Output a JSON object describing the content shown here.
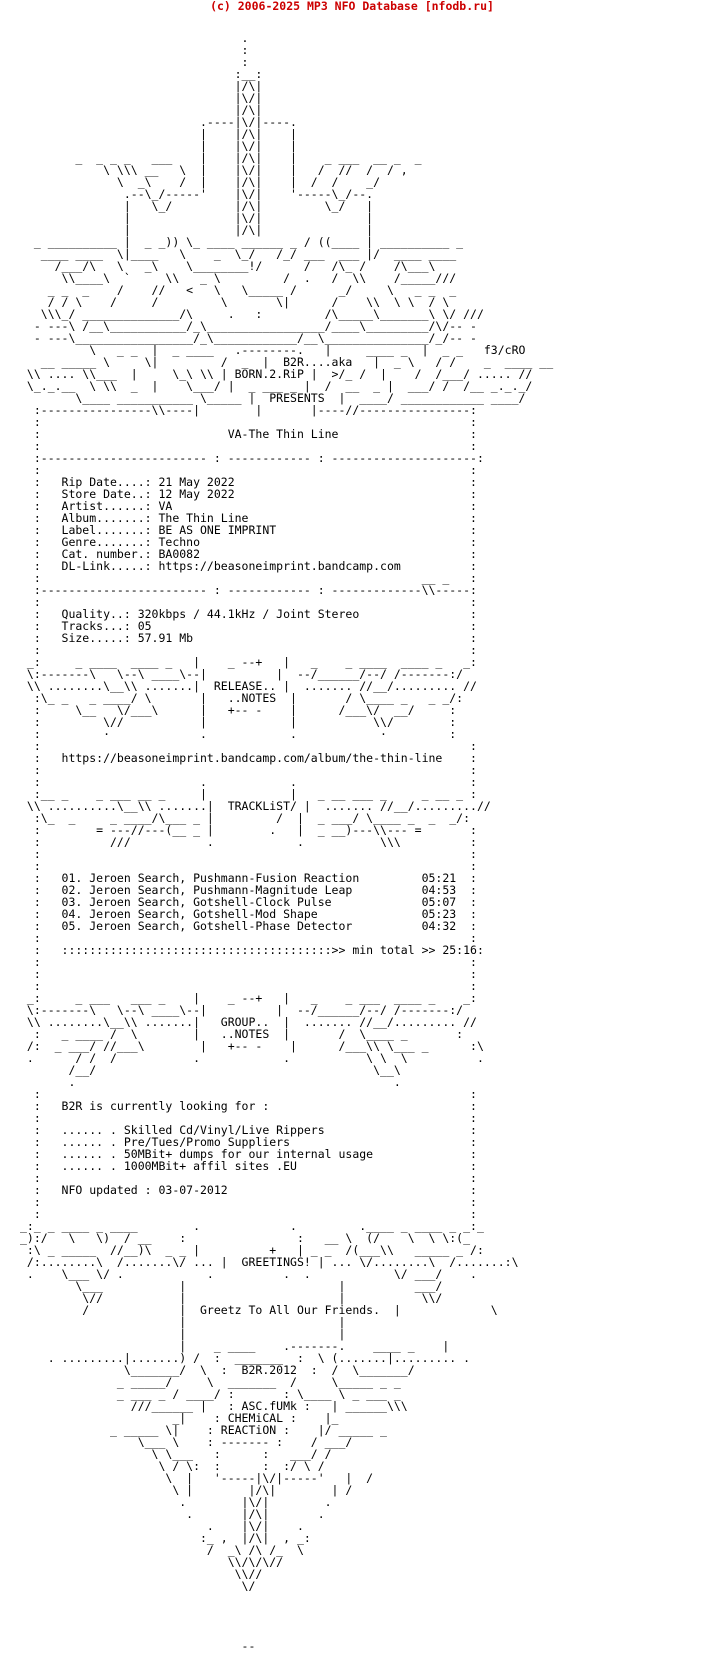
{
  "header": {
    "text": "(c) 2006-2025 MP3 NFO Database [nfodb.ru]",
    "color": "#cc0000"
  },
  "nfo": {
    "lines": [
      "                                .",
      "                                :",
      "                                :",
      "                               :__:",
      "                               |/\\|",
      "                               |\\/|",
      "                               |/\\|",
      "                          .----|\\/|----.",
      "                          |    |/\\|    |",
      "                          |    |\\/|    |",
      "        _  _ _ _   ___    |    |/\\|    |    _ ___  __ _  _",
      "            \\ \\\\\\ __   \\  |    |\\/|    |   /  //  /  / ,",
      "              \\  _\\    /  |    |/\\|    |  /  /    _/",
      "               .--\\_/-----'    |\\/|    '-----\\_/--.",
      "               |   \\_/         |/\\|         \\_/   |",
      "               |               |\\/|               |",
      "               |               |/\\|               |",
      "  _ __________ |  _ _)) \\_ ____ ______ _ / ((____ | __________ _",
      "   ____ ____  \\|____   \\    _  \\_/   /_/ ___  ___ |/  ____ ____",
      "     /___/\\   \\   _\\    \\________!/      /   /\\_ /    /\\___\\",
      "      \\\\____\\  `     \\\\   _ \\         /  .   /  \\\\    /_____///",
      "    _ _  _    /    //   <   \\   \\_____ /      _/     \\   _ _  _",
      "    / / \\    /     /         \\       \\|      /    \\\\  \\ \\  / \\",
      "   \\\\\\_/ ______________/\\     .   :         /\\_____\\_______\\ \\/ ///",
      "  - ---\\ /__\\___________/_\\_________________/____\\_________/\\/-- -",
      "  - ---\\_________________/_\\____________/__\\_______________/_/-- -",
      "          \\   _ _  |  _ ____   .--------.   |     ____ _  |  _ _   f3/cRO",
      "   __ _____ \\     \\|         /  _  |  B2R....aka   |  _ \\   / /    _  ____ __",
      " \\\\ .... \\\\___  |     \\_\\ \\\\ | BORN.2.RiP |  >/_ /  |    /  /___/ ..... //",
      " \\_._.__  \\ \\\\  _  |    \\___/ |  _ ___ _ |  /  __  _ |  ___/ /  /__ _._._/",
      "        \\____ ___________ \\_____ |  PRESENTS  |  ____/ ____________ ____/",
      "  :----------------\\\\----|        |       |----//----------------:",
      "  :                                                              :",
      "  :                           VA-The Thin Line                   :",
      "  :                                                              :",
      "  :------------------------ : ------------ : ---------------------:",
      "  :                                                              :",
      "  :   Rip Date....: 21 May 2022                                  :",
      "  :   Store Date..: 12 May 2022                                  :",
      "  :   Artist......: VA                                           :",
      "  :   Album.......: The Thin Line                                :",
      "  :   Label.......: BE AS ONE IMPRINT                            :",
      "  :   Genre.......: Techno                                       :",
      "  :   Cat. number.: BA0082                                       :",
      "  :   DL-Link.....: https://beasoneimprint.bandcamp.com          :",
      "  :                                                       __ _   :",
      "  :------------------------ : ------------ : -------------\\\\-----:",
      "  :                                                              :",
      "  :   Quality..: 320kbps / 44.1kHz / Joint Stereo                :",
      "  :   Tracks...: 05                                              :",
      "  :   Size.....: 57.91 Mb                                        :",
      "  :                                                              :",
      " _:     _ ____  ____ _   |    _ --+   |   _    _ ____  ____ _   _:",
      " \\:-------\\   \\--\\ ____\\--|          |  --/______/--/ /-------:/",
      " \\\\ ........\\__\\\\ .......|  RELEASE.. |  ....... //__/......... //",
      "  :\\_ _   _ ____/ \\       |   ..NOTES  |       / \\____ _   _ _/:",
      "  :     \\__   \\/___\\      |   +-- -    |      /___\\/  __/     :",
      "  :         \\//           |            |           \\\\/        :",
      "  :         ·             .            .            ·         :",
      "  :                                                              :",
      "  :   https://beasoneimprint.bandcamp.com/album/the-thin-line    :",
      "  :                                                              :",
      "  :                       .            .                         :",
      "  :__ _    _ ___ __ _     |            |   _ __ ___ _     _ __ _ :",
      " \\\\ ..........\\__\\\\ .......|  TRACKLiST/ |  ....... //__/.........//",
      "  :\\_  _     _ ____/\\___ _ |         /  |  _ ___/ \\____ _  _  _/:",
      "  :        = ---//---(__ _ |        .   |  _ __)---\\\\--- =       :",
      "  :          ///           .            .           \\\\\\          :",
      "  :                                                              :",
      "  :                                                              :",
      "  :   01. Jeroen Search, Pushmann-Fusion Reaction         05:21  :",
      "  :   02. Jeroen Search, Pushmann-Magnitude Leap          04:53  :",
      "  :   03. Jeroen Search, Gotshell-Clock Pulse             05:07  :",
      "  :   04. Jeroen Search, Gotshell-Mod Shape               05:23  :",
      "  :   05. Jeroen Search, Gotshell-Phase Detector          04:32  :",
      "  :                                                              :",
      "  :   :::::::::::::::::::::::::::::::::::::::>> min total >> 25:16:",
      "  :                                                              :",
      "  :                                                              :",
      "  :                                                              :",
      " _:     _ ___   ___ _    |    _ --+   |   _    _ ___  ____ _    _:",
      " \\:-------\\   \\--\\ ____\\--|          |  --/______/--/ /-------:/",
      " \\\\ ........\\__\\\\ .......|   GROUP..  |  ....... //__/......... //",
      "  :   _ ____ /  \\        |   ..NOTES  |       /  \\____ _       :",
      " /:  _ ___/ //___\\        |   +-- -    |      /___\\\\ \\___ _      :\\",
      " .      / /  /           .            .           \\ \\  \\          .",
      "       /__/                                        \\__\\",
      "       .                                              .",
      "  :                                                              :",
      "  :   B2R is currently looking for :                             :",
      "  :                                                              :",
      "  :   ...... . Skilled Cd/Vinyl/Live Rippers                     :",
      "  :   ...... . Pre/Tues/Promo Suppliers                          :",
      "  :   ...... . 50MBit+ dumps for our internal usage              :",
      "  :   ...... . 1000MBit+ affil sites .EU                         :",
      "  :                                                              :",
      "  :   NFO updated : 03-07-2012                                   :",
      "  :                                                              :",
      "  :                                                              :",
      "_:_ _ ____ _ ____        .             .         .____ _ ____ _ _:_",
      "_):/   \\   \\)  / __    :                :   __ \\  (/    \\  \\ \\:(_",
      " :\\ _ _____  //__)\\  _ _ |          +   | _ _  /(___\\\\   _____ _ /:",
      " /:........\\  /.......\\/ ... |  GREETINGS! | ... \\/........\\  /.......:\\",
      " .    \\___ \\/ .            .          .  .            \\/ ___/    .",
      "        \\___           |                      |          ___/",
      "         \\//           |                      |           \\\\/",
      "         /             |  Greetz To All Our Friends.  |             \\",
      "                       |                      |",
      "                       |                      |",
      "                       |    _ ____    .-------.    ____ _    |",
      "    . .........|.......) /  :  _______  :  \\ (.......|......... .",
      "               \\_______/  \\  :  B2R.2012  :  /  \\_______/",
      "              _ _____/     \\  _______  /     \\_____ _ _",
      "              _ ___ _ / ____/ :       : \\____ \\ _ ___ _",
      "                ///______ |   : ASC.fUMk :   | ______\\\\\\",
      "                      _|    : CHEMiCAL :    |_",
      "             _ _____ \\|    : REACTiON :    |/ _____ _",
      "                 \\___ \\    : ------- :    / ___/",
      "                   \\ \\___   :      :   ___/ /",
      "                    \\ / \\:  :      :  :/ \\ /",
      "                     \\  |   '-----|\\/|-----'   |  /",
      "                      \\ |        |/\\|        | /",
      "                       .        |\\/|        .",
      "                        .       |/\\|       .",
      "                           .    |\\/|    .",
      "                          :_ ,  |/\\|  , _:",
      "                           /  _\\ /\\ /_  \\",
      "                              \\\\/\\/\\//",
      "                               \\\\//",
      "                                \\/",
      "",
      "",
      "",
      "",
      "                                --"
    ]
  }
}
